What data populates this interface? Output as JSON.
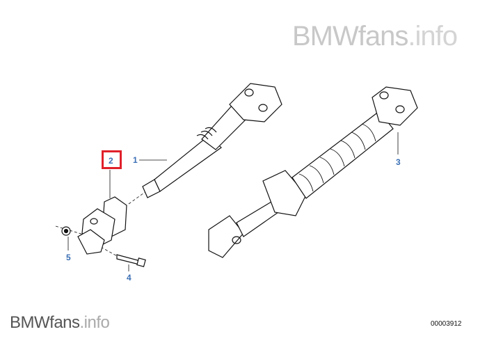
{
  "watermark_top": {
    "brand": "BMWfans",
    "suffix": ".info"
  },
  "watermark_bottom": {
    "brand": "BMWfans",
    "suffix": ".info"
  },
  "diagram_id": "00003912",
  "callouts": [
    {
      "label": "1"
    },
    {
      "label": "2",
      "highlighted": true
    },
    {
      "label": "3"
    },
    {
      "label": "4"
    },
    {
      "label": "5"
    }
  ],
  "highlight_color": "#e0202a",
  "callout_color": "#3b6fb5"
}
